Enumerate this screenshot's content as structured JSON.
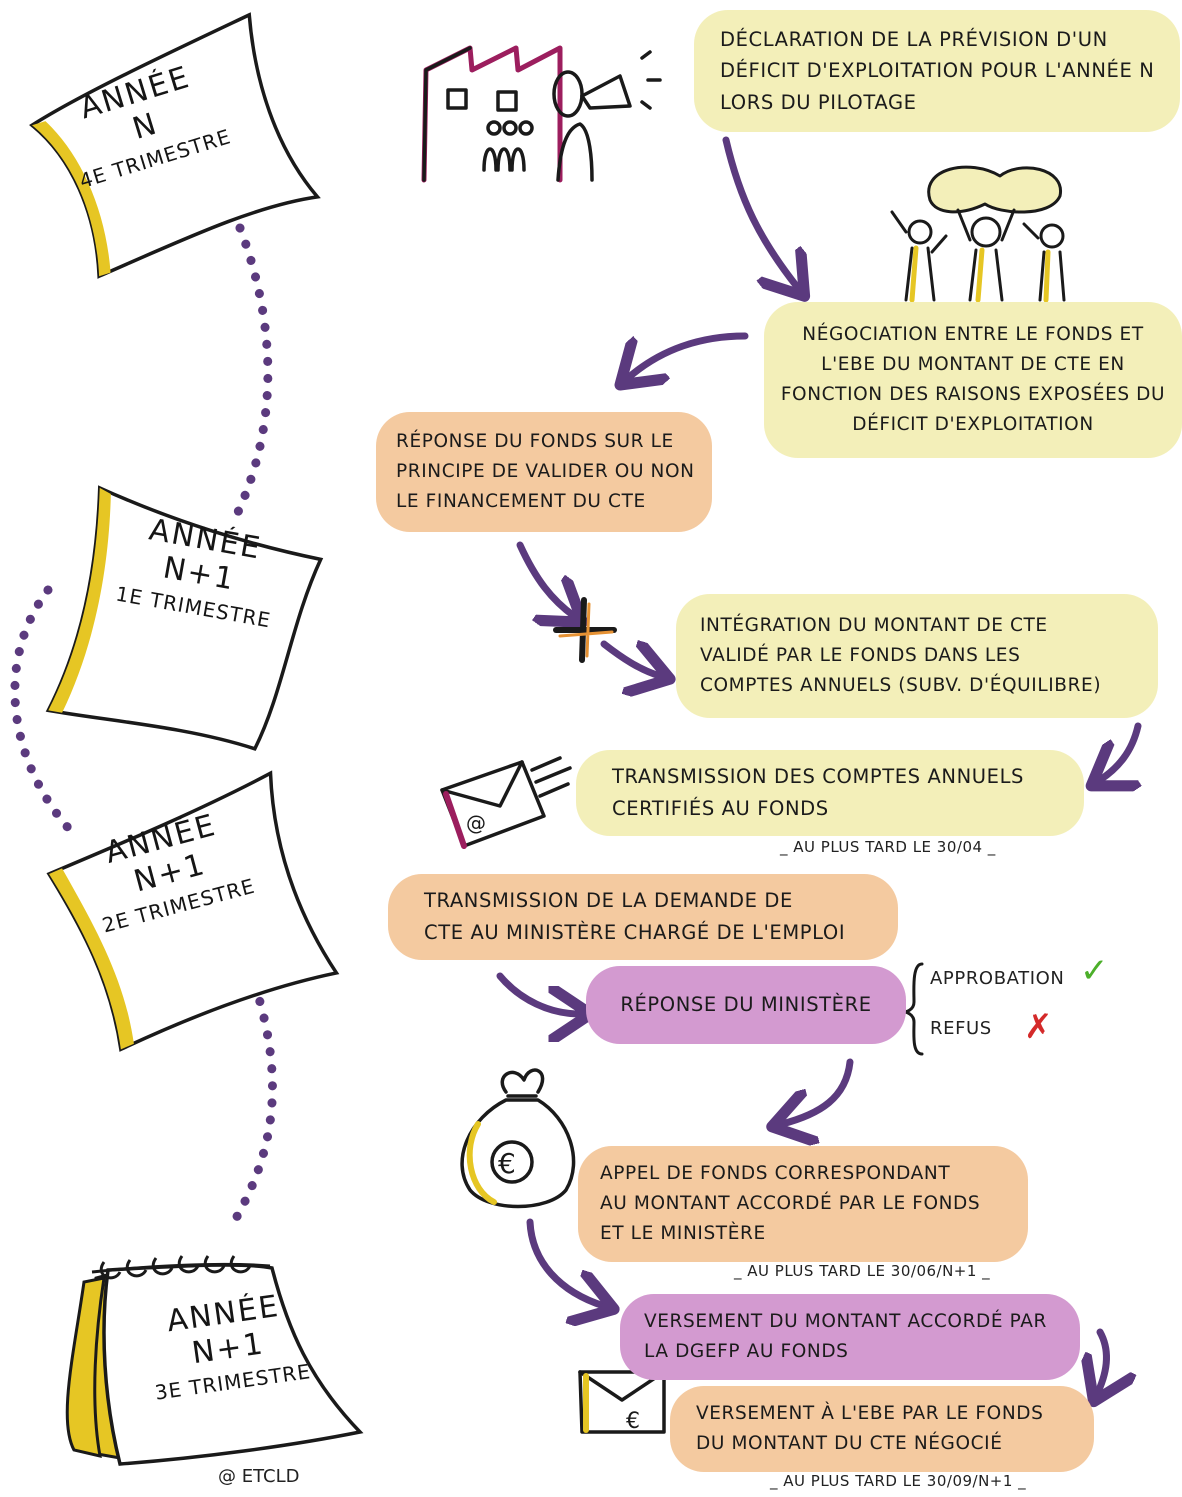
{
  "calendars": [
    {
      "line1": "Année",
      "line2": "N",
      "line3": "4e trimestre"
    },
    {
      "line1": "Année",
      "line2": "N+1",
      "line3": "1e trimestre"
    },
    {
      "line1": "Année",
      "line2": "N+1",
      "line3": "2e trimestre"
    },
    {
      "line1": "Année",
      "line2": "N+1",
      "line3": "3e trimestre"
    }
  ],
  "steps": {
    "declaration": [
      "Déclaration de la prévision d'un",
      "déficit d'exploitation pour l'année N",
      "lors du pilotage"
    ],
    "negociation": [
      "Négociation entre le fonds et",
      "l'EBE du montant de CTE en",
      "fonction des raisons exposées du",
      "déficit d'exploitation"
    ],
    "reponse_fonds": [
      "Réponse du fonds sur le",
      "principe de valider ou non",
      "le financement du CTE"
    ],
    "integration": [
      "Intégration du montant de CTE",
      "validé par le fonds dans les",
      "comptes annuels (subv. d'équilibre)"
    ],
    "transmission_comptes": [
      "Transmission des comptes annuels",
      "certifiés au fonds"
    ],
    "transmission_demande": [
      "Transmission de la demande de",
      "CTE au ministère chargé de l'emploi"
    ],
    "reponse_ministere": [
      "Réponse du ministère"
    ],
    "appel_fonds": [
      "Appel de fonds correspondant",
      "au montant accordé par le fonds",
      "et le ministère"
    ],
    "versement_dgefp": [
      "Versement du montant accordé par",
      "la DGEFP au fonds"
    ],
    "versement_ebe": [
      "Versement à l'EBE par le fonds",
      "du montant du CTE négocié"
    ]
  },
  "deadlines": {
    "d1": "_ au plus tard le 30/04 _",
    "d2": "_ au plus tard le 30/06/N+1 _",
    "d3": "_ au plus tard le 30/09/N+1 _"
  },
  "options": {
    "approbation": "Approbation",
    "approbation_mark": "✓",
    "refus": "Refus",
    "refus_mark": "✗"
  },
  "icons": {
    "factory": "factory-icon",
    "people": "people-icon",
    "envelope": "envelope-icon",
    "money_bag": "money-bag-icon",
    "plus": "plus-icon",
    "arrow": "arrow-icon"
  },
  "currency_symbol": "€",
  "at_symbol": "@",
  "credit": "@ ETCLD",
  "colors": {
    "yellow_bubble": "#f3efb9",
    "orange_bubble": "#f4caa0",
    "purple_bubble": "#d39ad0",
    "arrow": "#5b3a7e",
    "timeline_dots": "#5b3a7e",
    "accent_magenta": "#9c1e5e",
    "calendar_spine": "#e6c624",
    "check_green": "#4caf2a",
    "cross_red": "#d42a2a"
  }
}
